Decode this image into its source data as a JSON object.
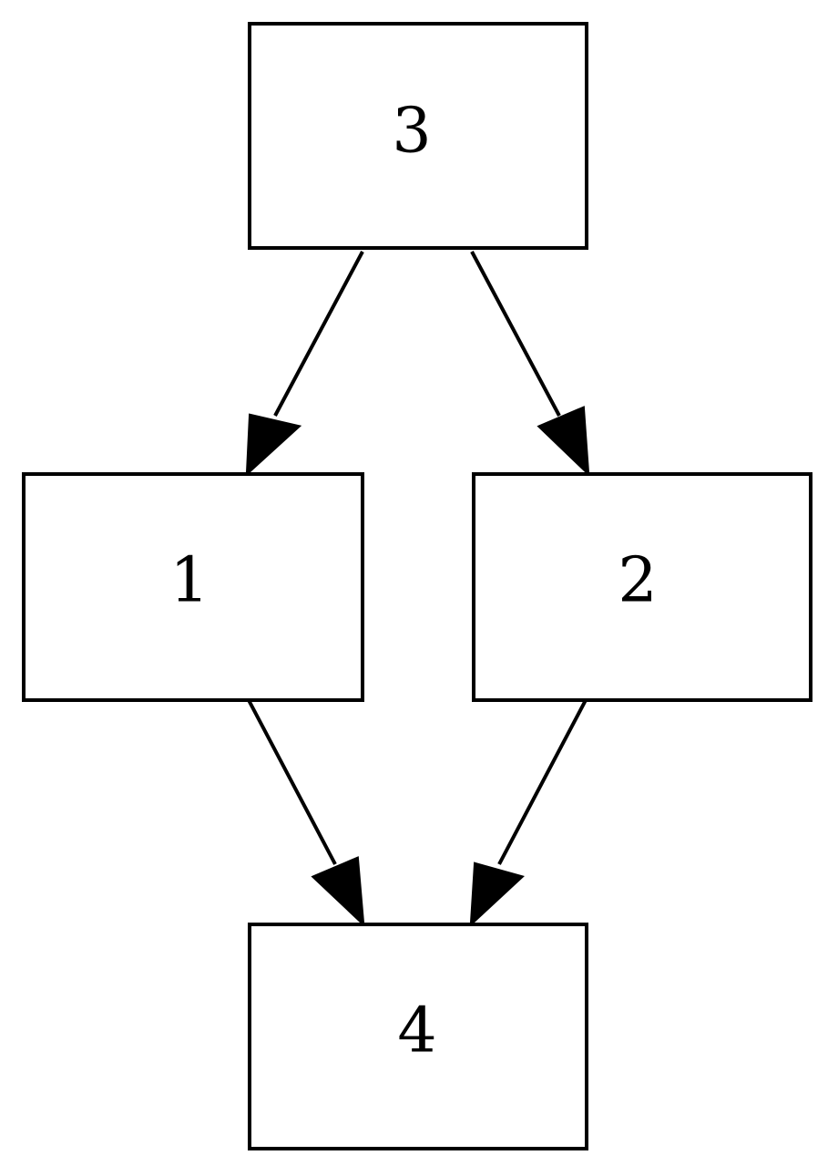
{
  "diagram": {
    "type": "directed-graph",
    "nodes": [
      {
        "id": "3",
        "label": "3"
      },
      {
        "id": "1",
        "label": "1"
      },
      {
        "id": "2",
        "label": "2"
      },
      {
        "id": "4",
        "label": "4"
      }
    ],
    "edges": [
      {
        "from": "3",
        "to": "1"
      },
      {
        "from": "3",
        "to": "2"
      },
      {
        "from": "1",
        "to": "4"
      },
      {
        "from": "2",
        "to": "4"
      }
    ],
    "colors": {
      "stroke": "#000000",
      "fill": "#ffffff",
      "background": "#ffffff"
    }
  }
}
